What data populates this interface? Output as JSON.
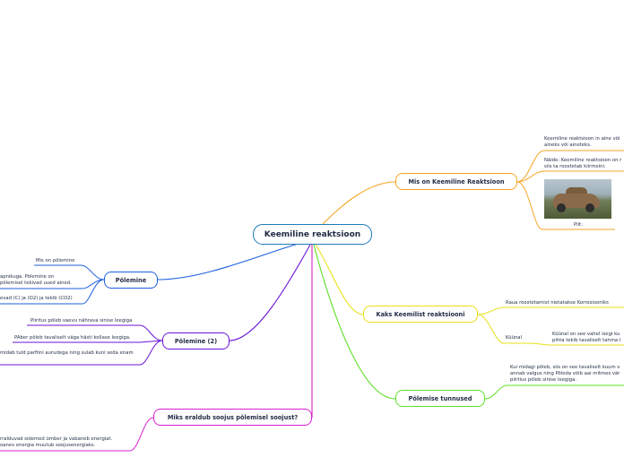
{
  "central": {
    "title": "Keemiline reaktsioon"
  },
  "colors": {
    "orange": "#f5a623",
    "yellow": "#e8e01a",
    "green": "#5ee026",
    "magenta": "#d91fd1",
    "purple": "#6a14d6",
    "blue": "#1c5fe0",
    "central": "#1e7ab8"
  },
  "branches": {
    "mis_on": {
      "title": "Mis on Keemiline Reaktsioon",
      "note1_l1": "Keemiline reaktsioon in aine või",
      "note1_l2": "aineks või aineteks.",
      "note2_l1": "Näide: Keemiline reaktsioon on r",
      "note2_l2": "siis ta roostetab kiirmeini.",
      "picture_caption": "Pilt:"
    },
    "kaks": {
      "title": "Kaks Keemilist reaktsiooni",
      "item1": "Raua roostetamist nietatakse Korrosiooniks",
      "item2": "Küünal",
      "item2_note_l1": "Küünal on see vahel isegi ku",
      "item2_note_l2": "pihta tekib tavaliselt tahma l"
    },
    "tunnused": {
      "title": "Põlemise tunnused",
      "note_l1": "Kui midagi põleb, siis on see tavaliselt kuum v",
      "note_l2": "annab valgus ning Põleda võib aai mitmes vär",
      "note_l3": "piirtius põleb sinise leegiga."
    },
    "soojus": {
      "title": "Miks eraldub soojus põlemisel soojust?",
      "note_l1": "rralduvad sidemed ümber ja vabaneb energiat.",
      "note_l2": "oanev energia muutub soojusenergiaks."
    },
    "polemine2": {
      "title": "Põlemine (2)",
      "item1": "Piiritus põleb vaevu nährava sinise leegiga",
      "item2": "PAber põleb tavaliselt väga hästi kollase leegiga.",
      "item3": "midab tuld parfiini aurudega ning sulab kuni seda enam"
    },
    "polemine": {
      "title": "Põlemine",
      "item1": "Mis on põlemine",
      "item2_l1": "apnikuga. Põlemine on",
      "item2_l2": "põlemisel tekivad uued ained.",
      "item3": "evad (C) ja (O2) ja tekib (CO2)"
    }
  }
}
